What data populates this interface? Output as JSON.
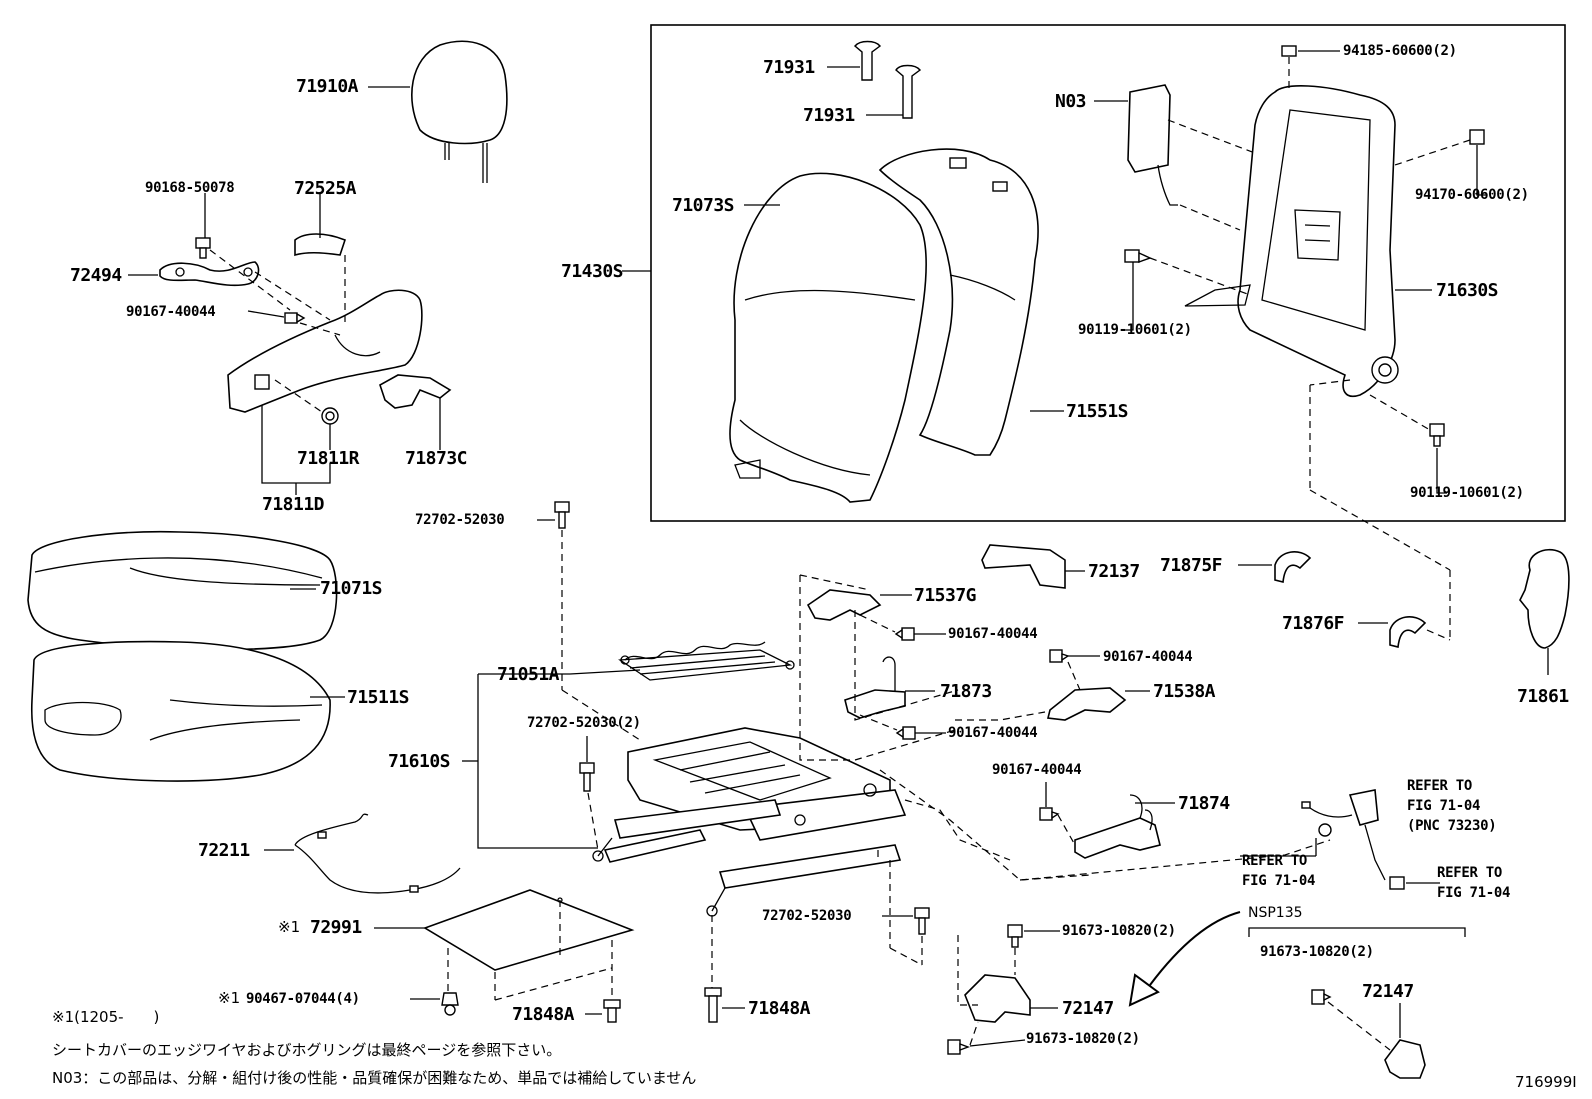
{
  "labels": {
    "p71910A": "71910A",
    "p90168": "90168-50078",
    "p72525A": "72525A",
    "p72494": "72494",
    "p90167a": "90167-40044",
    "p71811R": "71811R",
    "p71873C": "71873C",
    "p71811D": "71811D",
    "p72702a": "72702-52030",
    "p71071S": "71071S",
    "p71511S": "71511S",
    "p71051A": "71051A",
    "p72702b": "72702-52030(2)",
    "p71610S": "71610S",
    "p72211": "72211",
    "p72991": "72991",
    "p90467": "90467-07044(4)",
    "p71848A1": "71848A",
    "p71848A2": "71848A",
    "p72702c": "72702-52030",
    "p91673a": "91673-10820(2)",
    "p72147a": "72147",
    "p91673b": "91673-10820(2)",
    "p71931a": "71931",
    "p71931b": "71931",
    "p71073S": "71073S",
    "p71430S": "71430S",
    "pN03": "N03",
    "p94185": "94185-60600(2)",
    "p94170": "94170-60600(2)",
    "p90119a": "90119-10601(2)",
    "p71630S": "71630S",
    "p71551S": "71551S",
    "p90119b": "90119-10601(2)",
    "p72137": "72137",
    "p71537G": "71537G",
    "p90167b": "90167-40044",
    "p90167c": "90167-40044",
    "p71873": "71873",
    "p71538A": "71538A",
    "p90167d": "90167-40044",
    "p90167e": "90167-40044",
    "p71874": "71874",
    "p71875F": "71875F",
    "p71876F": "71876F",
    "p71861": "71861",
    "ref1a": "REFER TO",
    "ref1b": "FIG 71-04",
    "ref1c": "(PNC 73230)",
    "ref2a": "REFER TO",
    "ref2b": "FIG 71-04",
    "ref3a": "REFER TO",
    "ref3b": "FIG 71-04",
    "nsp": "NSP135",
    "p91673c": "91673-10820(2)",
    "p72147b": "72147",
    "mark1": "※1",
    "mark2": "※1",
    "footnote1": "※1(1205-　　)",
    "footnote2": "シートカバーのエッジワイヤおよびホグリングは最終ページを参照下さい。",
    "footnote3": "N03：この部品は、分解・組付け後の性能・品質確保が困難なため、単品では補給していません",
    "figid": "716999I"
  }
}
